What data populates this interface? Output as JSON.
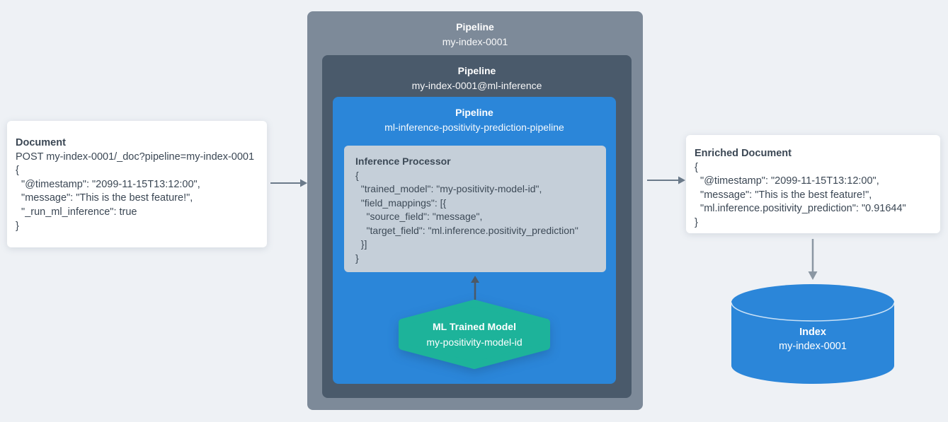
{
  "document_card": {
    "title": "Document",
    "lines": [
      "POST my-index-0001/_doc?pipeline=my-index-0001",
      "{",
      "  \"@timestamp\": \"2099-11-15T13:12:00\",",
      "  \"message\": \"This is the best feature!\",",
      "  \"_run_ml_inference\": true",
      "}"
    ]
  },
  "outer_pipeline": {
    "title": "Pipeline",
    "name": "my-index-0001"
  },
  "inference_pipeline": {
    "title": "Pipeline",
    "name": "my-index-0001@ml-inference"
  },
  "ml_pipeline": {
    "title": "Pipeline",
    "name": "ml-inference-positivity-prediction-pipeline"
  },
  "inference_processor": {
    "title": "Inference Processor",
    "lines": [
      "{",
      "  \"trained_model\": \"my-positivity-model-id\",",
      "  \"field_mappings\": [{",
      "    \"source_field\": \"message\",",
      "    \"target_field\": \"ml.inference.positivity_prediction\"",
      "  }]",
      "}"
    ]
  },
  "trained_model": {
    "title": "ML Trained Model",
    "name": "my-positivity-model-id"
  },
  "enriched_card": {
    "title": "Enriched Document",
    "lines": [
      "{",
      "  \"@timestamp\": \"2099-11-15T13:12:00\",",
      "  \"message\": \"This is the best feature!\",",
      "  \"ml.inference.positivity_prediction\": \"0.91644\"",
      "}"
    ]
  },
  "index_node": {
    "title": "Index",
    "name": "my-index-0001"
  },
  "colors": {
    "background": "#eef1f5",
    "outer_pipeline_bg": "#7d8a99",
    "inference_pipeline_bg": "#4a5a6b",
    "ml_pipeline_bg": "#2b86d9",
    "processor_bg": "#c5cfd9",
    "model_hexagon": "#1db39a",
    "index_cylinder": "#2b86d9",
    "card_text": "#3b4754",
    "horizontal_arrow": "#6b7a8a",
    "up_arrow": "#4d5966",
    "down_arrow": "#8b97a3"
  }
}
